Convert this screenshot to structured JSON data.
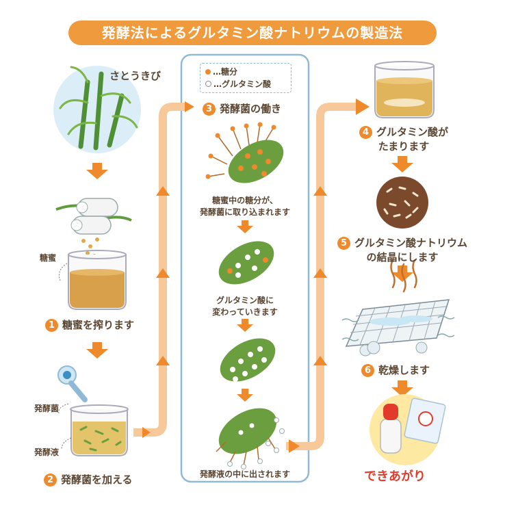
{
  "title": "発酵法によるグルタミン酸ナトリウムの製造法",
  "legend": {
    "sugar": "…糖分",
    "glutamate": "…グルタミン酸"
  },
  "labels": {
    "sugarcane": "さとうきび",
    "molasses": "糖蜜",
    "bacteria": "発酵菌",
    "broth": "発酵液",
    "done": "できあがり"
  },
  "steps": [
    {
      "num": "1",
      "text": "糖蜜を搾ります"
    },
    {
      "num": "2",
      "text": "発酵菌を加える"
    },
    {
      "num": "3",
      "text": "発酵菌の働き"
    },
    {
      "num": "4",
      "line1": "グルタミン酸が",
      "line2": "たまります"
    },
    {
      "num": "5",
      "line1": "グルタミン酸ナトリウム",
      "line2": "の結晶にします"
    },
    {
      "num": "6",
      "text": "乾燥します"
    }
  ],
  "stage_captions": [
    {
      "line1": "糖蜜中の糖分が、",
      "line2": "発酵菌に取り込まれます"
    },
    {
      "line1": "グルタミン酸に",
      "line2": "変わっていきます"
    },
    {
      "line1": "発酵液の中に出されます"
    }
  ],
  "colors": {
    "accent": "#ef9a3c",
    "bacteria": "#6a9e3e",
    "panel_border": "#8fb9d6",
    "done": "#e23b2b"
  }
}
